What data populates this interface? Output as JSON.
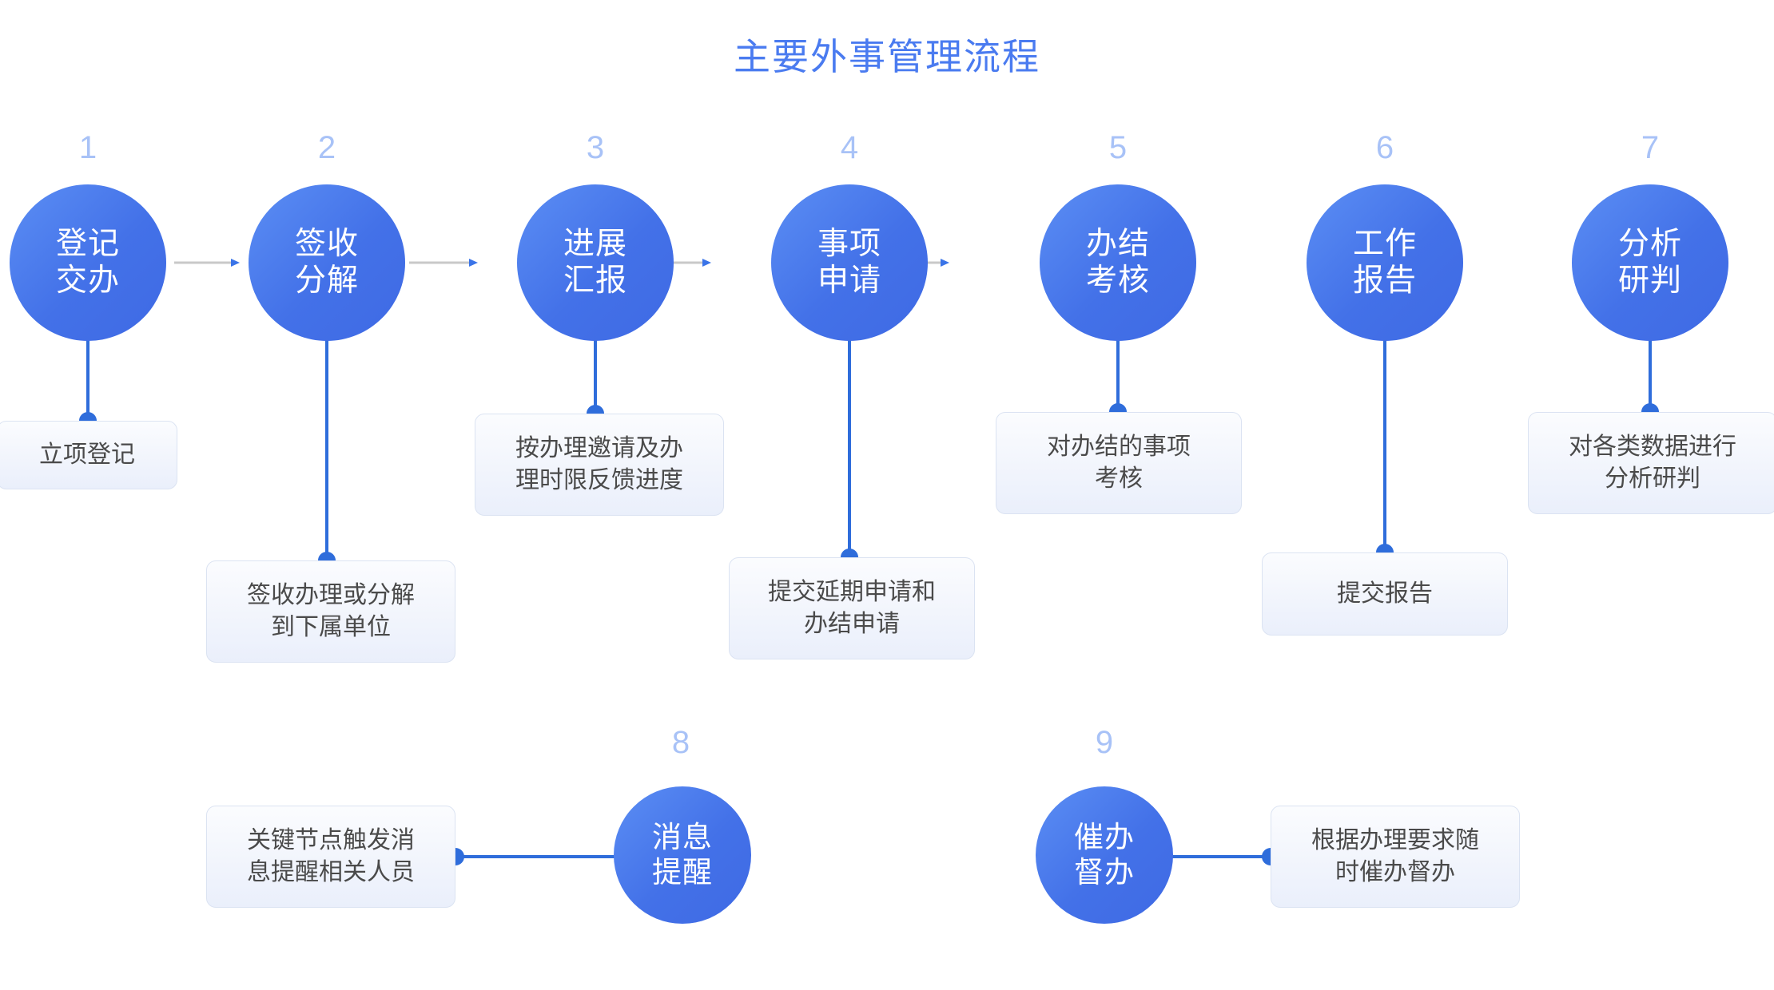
{
  "title": "主要外事管理流程",
  "colors": {
    "title": "#4a7bf0",
    "circle_fill": "#4a7bf0",
    "step_number": "#a8c2f7",
    "connector_gray": "#c9c9c9",
    "connector_blue": "#2f6ddb",
    "box_border": "#dbe3f2",
    "box_text": "#4a4a4a"
  },
  "flow": {
    "steps": [
      {
        "number": "1",
        "circle_line1": "登记",
        "circle_line2": "交办",
        "desc_line1": "立项登记",
        "desc_line2": ""
      },
      {
        "number": "2",
        "circle_line1": "签收",
        "circle_line2": "分解",
        "desc_line1": "签收办理或分解",
        "desc_line2": "到下属单位"
      },
      {
        "number": "3",
        "circle_line1": "进展",
        "circle_line2": "汇报",
        "desc_line1": "按办理邀请及办",
        "desc_line2": "理时限反馈进度"
      },
      {
        "number": "4",
        "circle_line1": "事项",
        "circle_line2": "申请",
        "desc_line1": "提交延期申请和",
        "desc_line2": "办结申请"
      },
      {
        "number": "5",
        "circle_line1": "办结",
        "circle_line2": "考核",
        "desc_line1": "对办结的事项",
        "desc_line2": "考核"
      },
      {
        "number": "6",
        "circle_line1": "工作",
        "circle_line2": "报告",
        "desc_line1": "提交报告",
        "desc_line2": ""
      },
      {
        "number": "7",
        "circle_line1": "分析",
        "circle_line2": "研判",
        "desc_line1": "对各类数据进行",
        "desc_line2": "分析研判"
      }
    ]
  },
  "support": {
    "steps": [
      {
        "number": "8",
        "circle_line1": "消息",
        "circle_line2": "提醒",
        "desc_line1": "关键节点触发消",
        "desc_line2": "息提醒相关人员"
      },
      {
        "number": "9",
        "circle_line1": "催办",
        "circle_line2": "督办",
        "desc_line1": "根据办理要求随",
        "desc_line2": "时催办督办"
      }
    ]
  }
}
